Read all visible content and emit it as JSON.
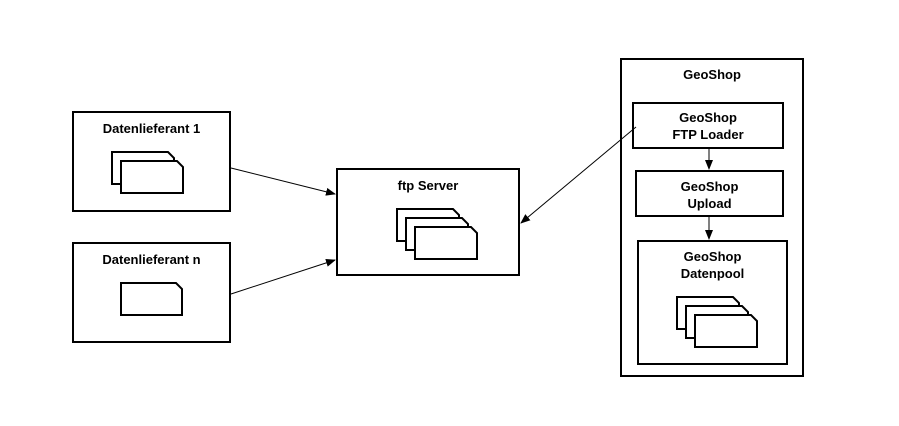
{
  "nodes": {
    "supplier_1": {
      "label": "Datenlieferant 1"
    },
    "supplier_n": {
      "label": "Datenlieferant n"
    },
    "ftp_server": {
      "label": "ftp Server"
    },
    "geoshop": {
      "label": "GeoShop"
    },
    "ftp_loader": {
      "line1": "GeoShop",
      "line2": "FTP Loader"
    },
    "upload": {
      "line1": "GeoShop",
      "line2": "Upload"
    },
    "datenpool": {
      "line1": "GeoShop",
      "line2": "Datenpool"
    }
  },
  "edges": [
    {
      "from": "Datenlieferant 1",
      "to": "ftp Server"
    },
    {
      "from": "Datenlieferant n",
      "to": "ftp Server"
    },
    {
      "from": "GeoShop FTP Loader",
      "to": "ftp Server"
    },
    {
      "from": "GeoShop FTP Loader",
      "to": "GeoShop Upload"
    },
    {
      "from": "GeoShop Upload",
      "to": "GeoShop Datenpool"
    }
  ]
}
